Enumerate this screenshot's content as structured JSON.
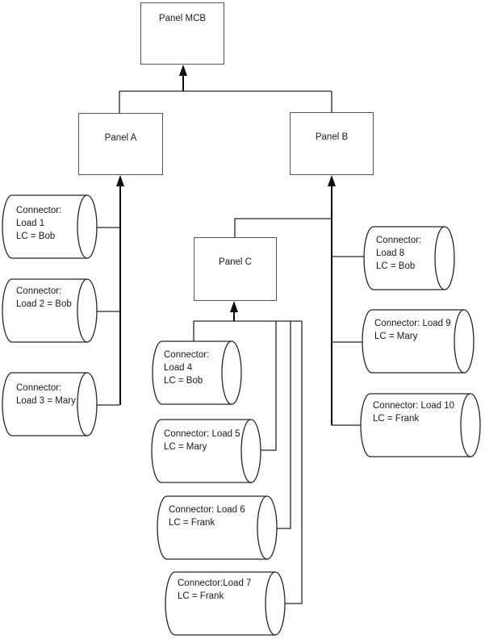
{
  "diagram": {
    "panels": {
      "mcb": "Panel MCB",
      "a": "Panel A",
      "b": "Panel B",
      "c": "Panel C"
    },
    "loads": {
      "l1": {
        "line1": "Connector:",
        "line2": "Load 1",
        "line3": "LC = Bob"
      },
      "l2": {
        "line1": "Connector:",
        "line2": "Load 2 = Bob"
      },
      "l3": {
        "line1": "Connector:",
        "line2": "Load 3 = Mary"
      },
      "l4": {
        "line1": "Connector:",
        "line2": "Load 4",
        "line3": "LC = Bob"
      },
      "l5": {
        "line1": "Connector: Load 5",
        "line2": "LC = Mary"
      },
      "l6": {
        "line1": "Connector: Load 6",
        "line2": "LC = Frank"
      },
      "l7": {
        "line1": "Connector:Load 7",
        "line2": "LC = Frank"
      },
      "l8": {
        "line1": "Connector:",
        "line2": "Load 8",
        "line3": "LC = Bob"
      },
      "l9": {
        "line1": "Connector: Load 9",
        "line2": "LC = Mary"
      },
      "l10": {
        "line1": "Connector: Load 10",
        "line2": "LC = Frank"
      }
    },
    "colors": {
      "panel_border": "#545454",
      "shape_stroke": "#262626",
      "arrow": "#0d0d0d",
      "background": "#ffffff",
      "text": "#1a1a1a"
    }
  }
}
